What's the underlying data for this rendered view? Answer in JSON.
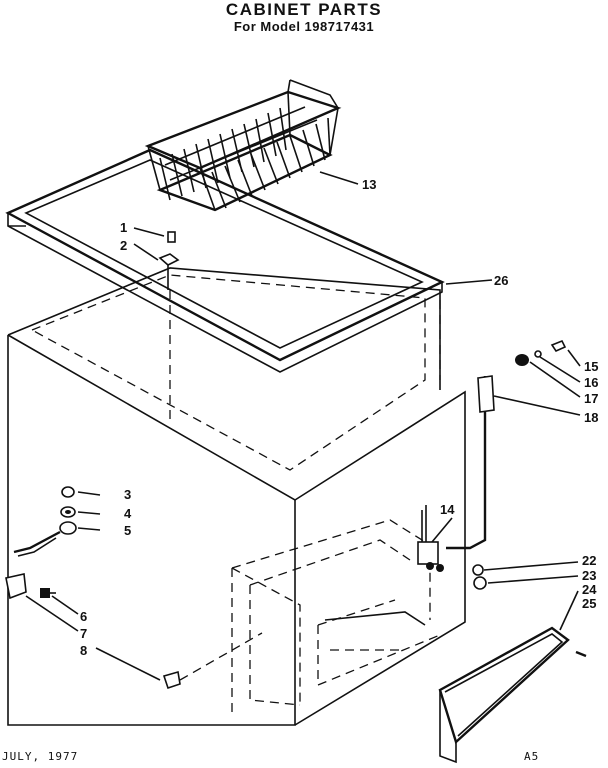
{
  "header": {
    "title": "CABINET PARTS",
    "subtitle": "For Model 198717431"
  },
  "callouts": {
    "c1": "1",
    "c2": "2",
    "c3": "3",
    "c4": "4",
    "c5": "5",
    "c6": "6",
    "c7": "7",
    "c8": "8",
    "c13": "13",
    "c14": "14",
    "c15": "15",
    "c16": "16",
    "c17": "17",
    "c18": "18",
    "c22": "22",
    "c23": "23",
    "c24": "24",
    "c25": "25",
    "c26": "26"
  },
  "footer": {
    "date": "JULY, 1977",
    "code": "A5"
  }
}
